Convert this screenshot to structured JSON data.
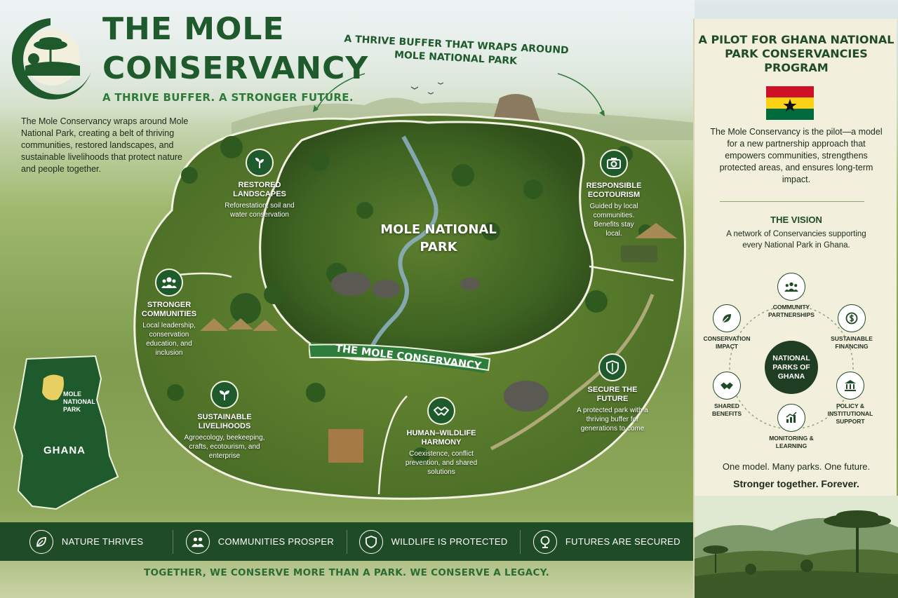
{
  "header": {
    "title_line1": "THE MOLE",
    "title_line2": "CONSERVANCY",
    "subtitle": "A THRIVE BUFFER. A STRONGER FUTURE.",
    "intro": "The Mole Conservancy wraps around Mole National Park, creating a belt of thriving communities, restored landscapes, and sustainable livelihoods that protect nature and people together."
  },
  "map": {
    "buffer_heading": "A THRIVE BUFFER THAT WRAPS AROUND MOLE NATIONAL PARK",
    "park_label": "MOLE NATIONAL PARK",
    "ribbon_label": "THE MOLE CONSERVANCY",
    "features": [
      {
        "icon": "seedling-icon",
        "title": "RESTORED LANDSCAPES",
        "desc": "Reforestation, soil and water conservation"
      },
      {
        "icon": "people-icon",
        "title": "STRONGER COMMUNITIES",
        "desc": "Local leadership, conservation education, and inclusion"
      },
      {
        "icon": "sprout-icon",
        "title": "SUSTAINABLE LIVELIHOODS",
        "desc": "Agroecology, beekeeping, crafts, ecotourism, and enterprise"
      },
      {
        "icon": "handshake-icon",
        "title": "HUMAN–WILDLIFE HARMONY",
        "desc": "Coexistence, conflict prevention, and shared solutions"
      },
      {
        "icon": "camera-icon",
        "title": "RESPONSIBLE ECOTOURISM",
        "desc": "Guided by local communities. Benefits stay local."
      },
      {
        "icon": "shield-icon",
        "title": "SECURE THE FUTURE",
        "desc": "A protected park with a thriving buffer for generations to come"
      }
    ]
  },
  "ghana_map": {
    "park_label": "MOLE NATIONAL PARK",
    "country_label": "GHANA"
  },
  "bottom_band": {
    "items": [
      {
        "icon": "leaf-icon",
        "label": "NATURE THRIVES"
      },
      {
        "icon": "people-icon",
        "label": "COMMUNITIES PROSPER"
      },
      {
        "icon": "shield-icon",
        "label": "WILDLIFE IS PROTECTED"
      },
      {
        "icon": "tree-icon",
        "label": "FUTURES ARE SECURED"
      }
    ],
    "tagline": "TOGETHER, WE CONSERVE MORE THAN A PARK. WE CONSERVE A LEGACY."
  },
  "panel": {
    "title": "A PILOT FOR GHANA NATIONAL PARK CONSERVANCIES PROGRAM",
    "flag": "ghana-flag",
    "desc": "The Mole Conservancy is the pilot—a model for a new partnership approach that empowers communities, strengthens protected areas, and ensures long-term impact.",
    "vision_title": "THE VISION",
    "vision_desc": "A network of Conservancies supporting every National Park in Ghana.",
    "hub_label": "NATIONAL PARKS OF GHANA",
    "nodes": [
      {
        "icon": "people-icon",
        "label": "COMMUNITY PARTNERSHIPS"
      },
      {
        "icon": "money-icon",
        "label": "SUSTAINABLE FINANCING"
      },
      {
        "icon": "building-icon",
        "label": "POLICY & INSTITUTIONAL SUPPORT"
      },
      {
        "icon": "chart-icon",
        "label": "MONITORING & LEARNING"
      },
      {
        "icon": "handshake-icon",
        "label": "SHARED BENEFITS"
      },
      {
        "icon": "leaf-icon",
        "label": "CONSERVATION IMPACT"
      }
    ],
    "closing_line1": "One model. Many parks. One future.",
    "closing_line2": "Stronger together. Forever."
  },
  "colors": {
    "brand_green": "#1f5a2c",
    "band_green": "#1f4b26",
    "panel_bg": "#f2efdc",
    "flag_red": "#ce1126",
    "flag_gold": "#fcd116",
    "flag_green": "#006b3f"
  }
}
